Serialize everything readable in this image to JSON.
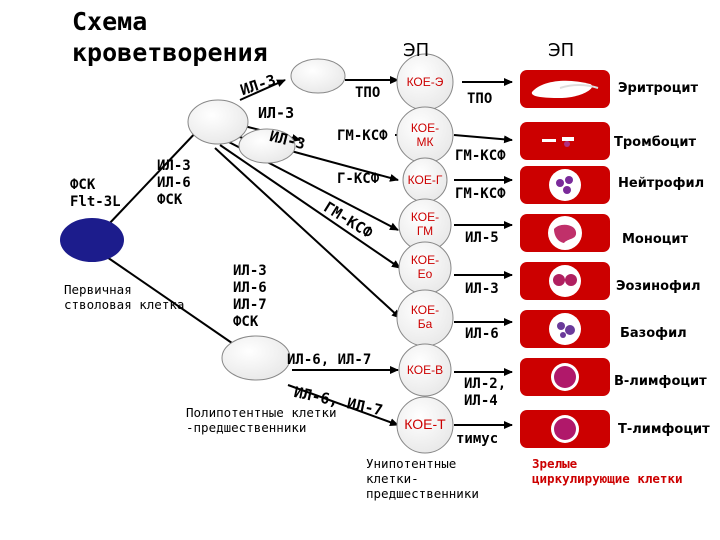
{
  "title": "Схема\nкроветворения",
  "ep_labels": [
    "ЭП",
    "ЭП"
  ],
  "stem": {
    "factors": "ФСК\nFlt-3L",
    "label": "Первичная\nстволовая клетка",
    "factors_to_multipotent": "ИЛ-3\nИЛ-6\nФСК"
  },
  "upper_progenitor": {
    "il3_a": "ИЛ-3",
    "il3_b": "ИЛ-3",
    "il3_c": "ИЛ-3"
  },
  "lower_progenitor": {
    "factors": "ИЛ-3\nИЛ-6\nИЛ-7\nФСК",
    "il6_il7_a": "ИЛ-6, ИЛ-7",
    "il6_il7_b": "ИЛ-6, ИЛ-7"
  },
  "polypotent_label": "Полипотентные клетки\n-предшественники",
  "unipotent_label": "Унипотентные\nклетки-\nпредшественники",
  "mature_label": "Зрелые\nциркулирующие клетки",
  "arrow_labels": {
    "tpo": "ТПО",
    "gm_csf_1": "ГМ-КСФ",
    "g_csf": "Г-КСФ",
    "m_csf": "ГМ-КСФ"
  },
  "progenitors": [
    {
      "label": "КОЕ-Э",
      "factor": "ТПО",
      "cell": "Эритроцит"
    },
    {
      "label": "КОЕ-\nМК",
      "factor": "ГМ-КСФ",
      "cell": "Тромбоцит"
    },
    {
      "label": "КОЕ-Г",
      "factor": "ГМ-КСФ",
      "cell": "Нейтрофил"
    },
    {
      "label": "КОЕ-\nГМ",
      "factor": "ИЛ-5",
      "cell": "Моноцит"
    },
    {
      "label": "КОЕ-\nЕо",
      "factor": "ИЛ-3",
      "cell": "Эозинофил"
    },
    {
      "label": "КОЕ-\nБа",
      "factor": "ИЛ-6",
      "cell": "Базофил"
    },
    {
      "label": "КОЕ-В",
      "factor": "ИЛ-2,\nИЛ-4",
      "cell": "В-лимфоцит"
    },
    {
      "label": "КОЕ-Т",
      "factor": "тимус",
      "cell": "Т-лимфоцит"
    }
  ],
  "colors": {
    "cell_box": "#cc0000",
    "node_text": "#cc0000",
    "stem_cell": "#1c1c8c",
    "label_red": "#cc0000"
  }
}
